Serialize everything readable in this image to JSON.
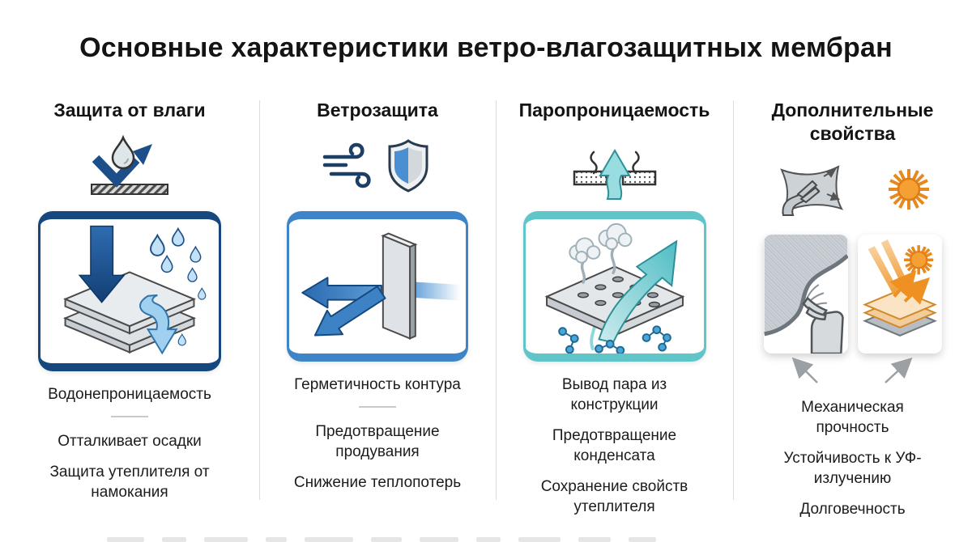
{
  "title": "Основные характеристики ветро-влагозащитных мембран",
  "columns": [
    {
      "heading": "Защита от влаги",
      "icons": [
        "droplet-bounce-icon"
      ],
      "features": [
        "Водонепроницаемость",
        "Отталкивает осадки",
        "Защита утеплителя от намокания"
      ],
      "has_divider_after_first": true
    },
    {
      "heading": "Ветрозащита",
      "icons": [
        "wind-icon",
        "shield-icon"
      ],
      "features": [
        "Герметичность контура",
        "Предотвращение продувания",
        "Снижение теплопотерь"
      ],
      "has_divider_after_first": true
    },
    {
      "heading": "Паропроницаемость",
      "icons": [
        "vapor-arrow-icon"
      ],
      "features": [
        "Вывод пара из конструкции",
        "Предотвращение конденсата",
        "Сохранение свойств утеплителя"
      ],
      "has_divider_after_first": false
    },
    {
      "heading": "Дополнительные свойства",
      "icons": [
        "fabric-stretch-icon",
        "sun-icon"
      ],
      "features": [
        "Механическая прочность",
        "Устойчивость к УФ-излучению",
        "Долговечность"
      ],
      "has_divider_after_first": false
    }
  ],
  "colors": {
    "card1_border": "#16477e",
    "card2_border": "#3d85c8",
    "card3_border": "#5fc5c9",
    "accent_navy": "#1c4f8a",
    "accent_blue": "#3d85c8",
    "accent_teal": "#4dbdc4",
    "accent_orange": "#f0922b",
    "text": "#1a1a1a",
    "divider": "#c9c9c9",
    "separator": "#dcdcdc"
  }
}
